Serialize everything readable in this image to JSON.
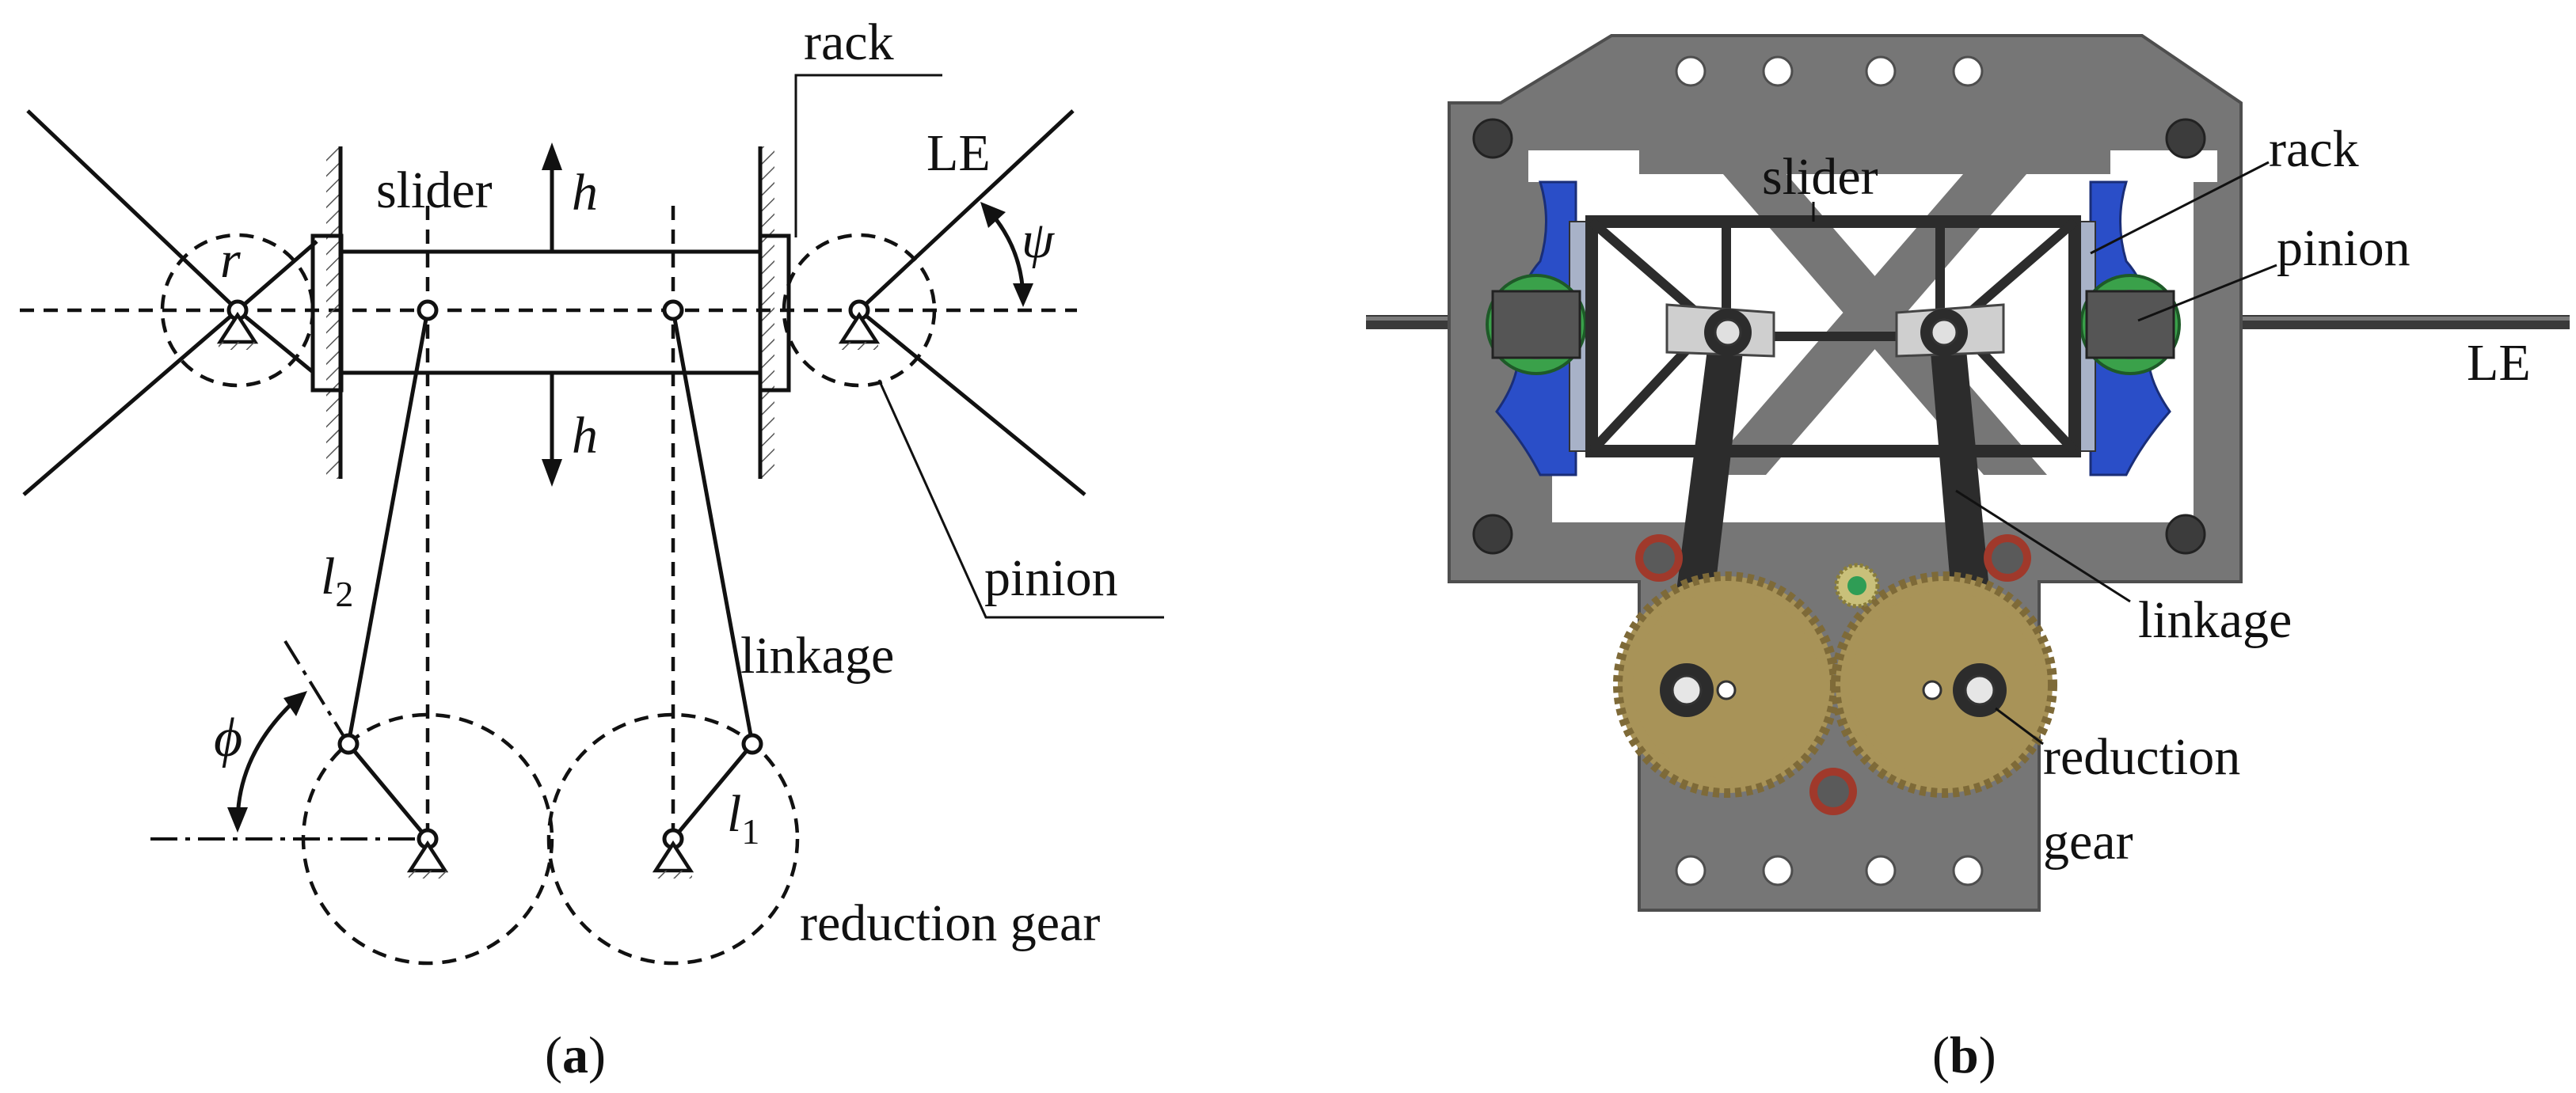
{
  "panel_a": {
    "caption_open": "(",
    "caption_letter": "a",
    "caption_close": ")",
    "labels": {
      "rack": "rack",
      "slider": "slider",
      "LE": "LE",
      "h_top": "h",
      "h_bottom": "h",
      "r": "r",
      "psi": "ψ",
      "pinion": "pinion",
      "l2_base": "l",
      "l2_sub": "2",
      "linkage": "linkage",
      "phi": "ϕ",
      "l1_base": "l",
      "l1_sub": "1",
      "reduction_gear": "reduction gear"
    }
  },
  "panel_b": {
    "caption_open": "(",
    "caption_letter": "b",
    "caption_close": ")",
    "labels": {
      "slider": "slider",
      "rack": "rack",
      "pinion": "pinion",
      "LE": "LE",
      "linkage": "linkage",
      "reduction_line1": "reduction",
      "reduction_line2": "gear"
    },
    "colors": {
      "plate": "#767676",
      "plate_dark": "#4e4e4e",
      "rack_blue": "#2a4ec8",
      "pinion_green": "#3aa14a",
      "linkage_dark": "#2c2c2c",
      "gear_brass": "#a89358",
      "gear_brass_dark": "#7e6a38",
      "bolt_red": "#a0392b"
    }
  }
}
